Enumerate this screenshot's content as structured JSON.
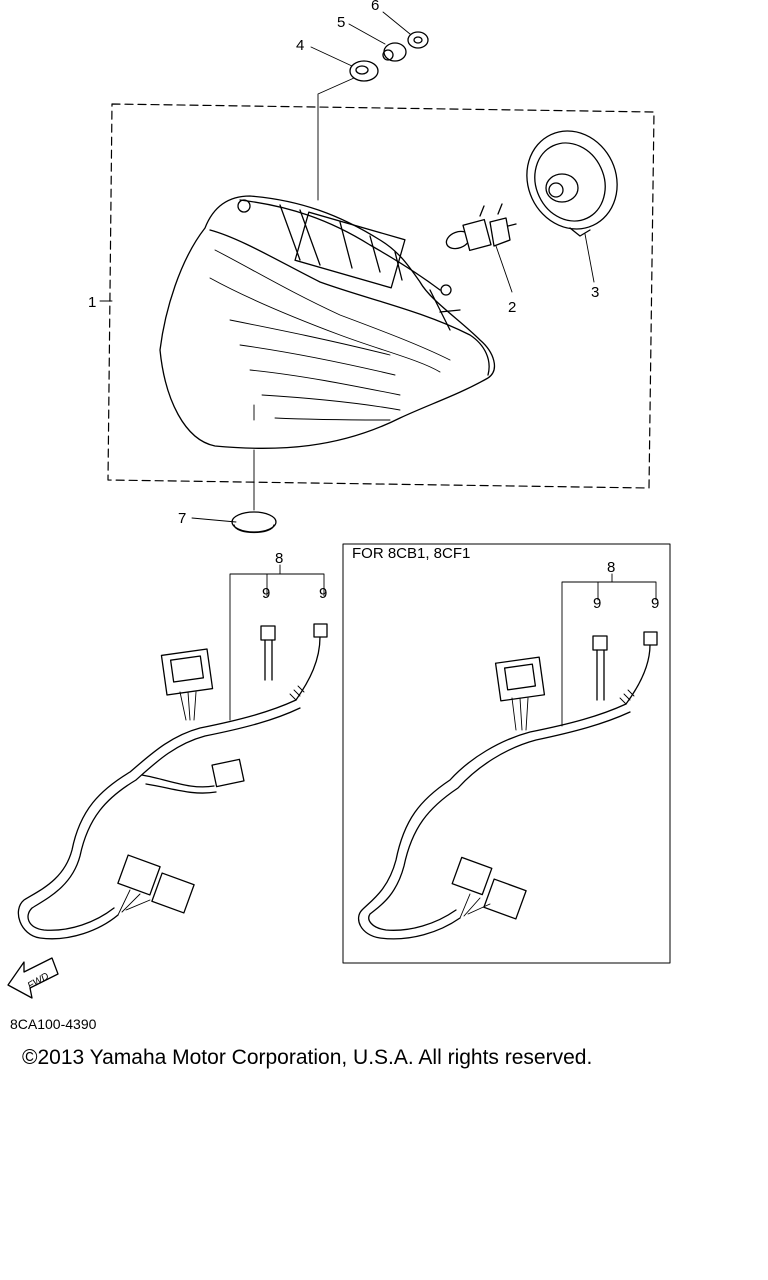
{
  "callouts": {
    "c1": "1",
    "c2": "2",
    "c3": "3",
    "c4": "4",
    "c5": "5",
    "c6": "6",
    "c7": "7",
    "c8": "8",
    "c9": "9"
  },
  "inset": {
    "label": "FOR 8CB1, 8CF1",
    "c8": "8",
    "c9": "9"
  },
  "fwd_label": "FWD",
  "doc_code": "8CA100-4390",
  "copyright": "©2013 Yamaha Motor Corporation, U.S.A. All rights reserved."
}
